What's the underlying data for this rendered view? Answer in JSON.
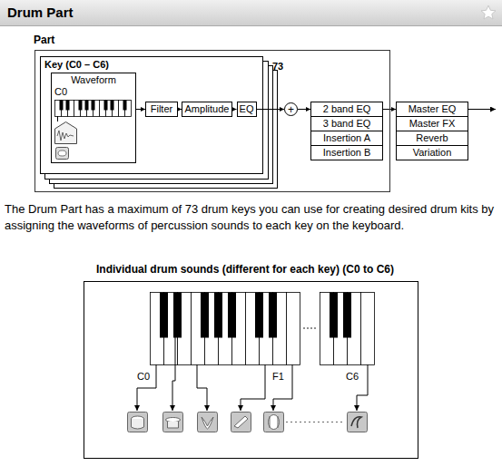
{
  "diagram": {
    "title": "Drum Part",
    "nodes": [
      {
        "text": [
          "Part"
        ]
      },
      {
        "text": [
          "Key (C0 – C6)"
        ],
        "in": 0
      },
      {
        "text": [
          "Waveform",
          "C0"
        ],
        "in": 1
      },
      {
        "text": [
          "Filter"
        ],
        "in": 1
      },
      {
        "text": [
          "Amplitude"
        ],
        "in": 1
      },
      {
        "text": [
          "EQ"
        ],
        "in": 1
      },
      {
        "text": [
          "+"
        ],
        "in": 0
      },
      {
        "text": [
          "2 band EQ"
        ],
        "in": 0
      },
      {
        "text": [
          "3 band EQ"
        ],
        "in": 0
      },
      {
        "text": [
          "Insertion A"
        ],
        "in": 0
      },
      {
        "text": [
          "Insertion B"
        ],
        "in": 0
      },
      {
        "text": [
          "Master EQ"
        ]
      },
      {
        "text": [
          "Master FX"
        ]
      },
      {
        "text": [
          "Reverb"
        ]
      },
      {
        "text": [
          "Variation"
        ]
      }
    ],
    "edges": [
      {
        "from": 2,
        "to": 3,
        "arrow": "to"
      },
      {
        "from": 3,
        "to": 4,
        "arrow": "to"
      },
      {
        "from": 4,
        "to": 5,
        "arrow": "to"
      },
      {
        "from": 5,
        "to": 6,
        "arrow": "to"
      },
      {
        "from": 6,
        "to": 7,
        "arrow": "to"
      },
      {
        "from": 7,
        "to": 11,
        "arrow": "to"
      }
    ],
    "labels": [
      "73",
      "The Drum Part has a maximum of 73 drum keys you can use for creating desired drum kits by assigning the waveforms of percussion sounds to each key on the keyboard.",
      "Individual drum sounds (different for each key) (C0 to C6)",
      "C0",
      "F1",
      "C6"
    ]
  }
}
